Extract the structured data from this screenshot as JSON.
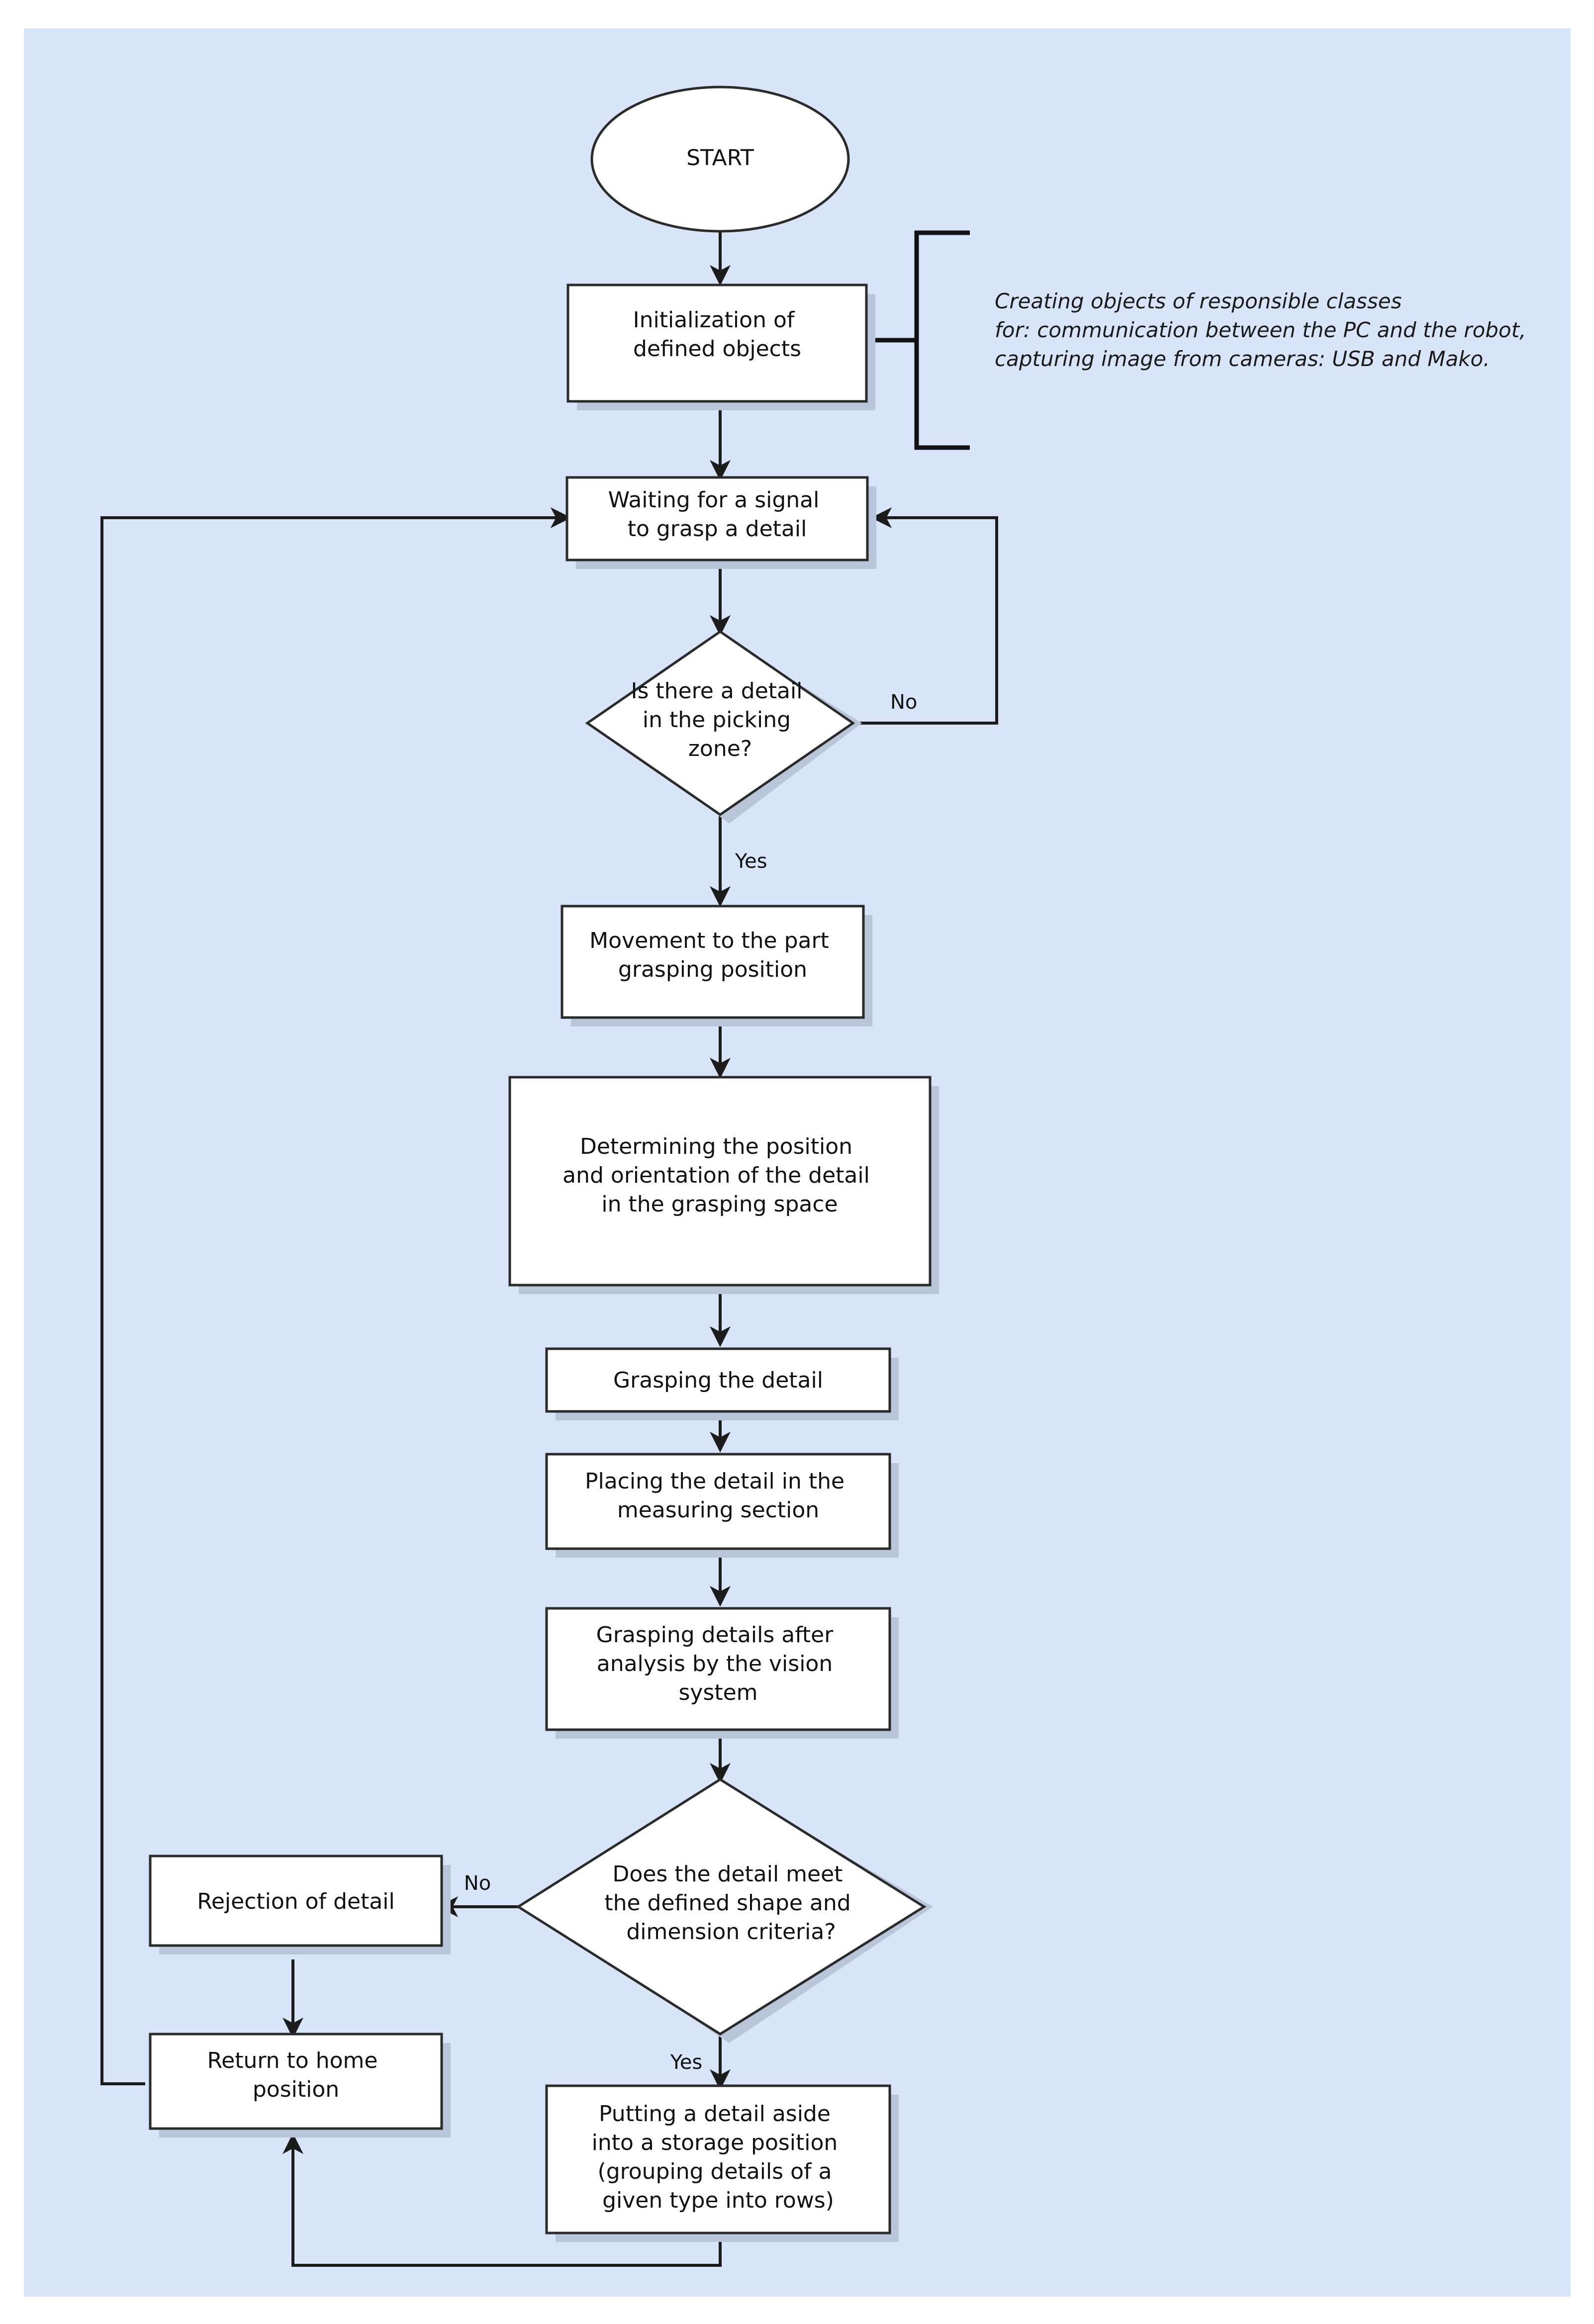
{
  "canvas": {
    "background": "#ffffff",
    "panel_color": "#d8e5f8",
    "node_fill": "#ffffff",
    "node_stroke": "#2b2b2b",
    "edge_color": "#1c1c1c"
  },
  "diagram": {
    "type": "flowchart",
    "nodes": [
      {
        "id": "start",
        "shape": "ellipse",
        "lines": [
          "START"
        ]
      },
      {
        "id": "init",
        "shape": "process",
        "lines": [
          "Initialization of",
          "defined objects"
        ]
      },
      {
        "id": "waiting",
        "shape": "process",
        "lines": [
          "Waiting for a signal",
          "to grasp a detail"
        ]
      },
      {
        "id": "dec_zone",
        "shape": "decision",
        "lines": [
          "Is there a detail",
          "in the picking",
          "zone?"
        ]
      },
      {
        "id": "movement",
        "shape": "process",
        "lines": [
          "Movement to the part",
          "grasping position"
        ]
      },
      {
        "id": "determining",
        "shape": "process",
        "lines": [
          "Determining the position",
          "and orientation of the detail",
          "in the grasping space"
        ]
      },
      {
        "id": "grasp",
        "shape": "process",
        "lines": [
          "Grasping the detail"
        ]
      },
      {
        "id": "placing",
        "shape": "process",
        "lines": [
          "Placing the detail in the",
          "measuring section"
        ]
      },
      {
        "id": "grasp_after",
        "shape": "process",
        "lines": [
          "Grasping details after",
          "analysis by the vision",
          "system"
        ]
      },
      {
        "id": "dec_meet",
        "shape": "decision",
        "lines": [
          "Does the detail meet",
          "the defined shape and",
          "dimension criteria?"
        ]
      },
      {
        "id": "rejection",
        "shape": "process",
        "lines": [
          "Rejection of detail"
        ]
      },
      {
        "id": "return_home",
        "shape": "process",
        "lines": [
          "Return to home",
          "position"
        ]
      },
      {
        "id": "putting",
        "shape": "process",
        "lines": [
          "Putting a detail aside",
          "into a storage position",
          "(grouping details of a",
          "given type into rows)"
        ]
      }
    ],
    "edge_labels": {
      "zone_no": "No",
      "zone_yes": "Yes",
      "meet_no": "No",
      "meet_yes": "Yes"
    },
    "annotation": {
      "lines": [
        "Creating objects of responsible classes",
        "for: communication between the PC and the robot,",
        "capturing image from cameras: USB and Mako."
      ]
    }
  }
}
